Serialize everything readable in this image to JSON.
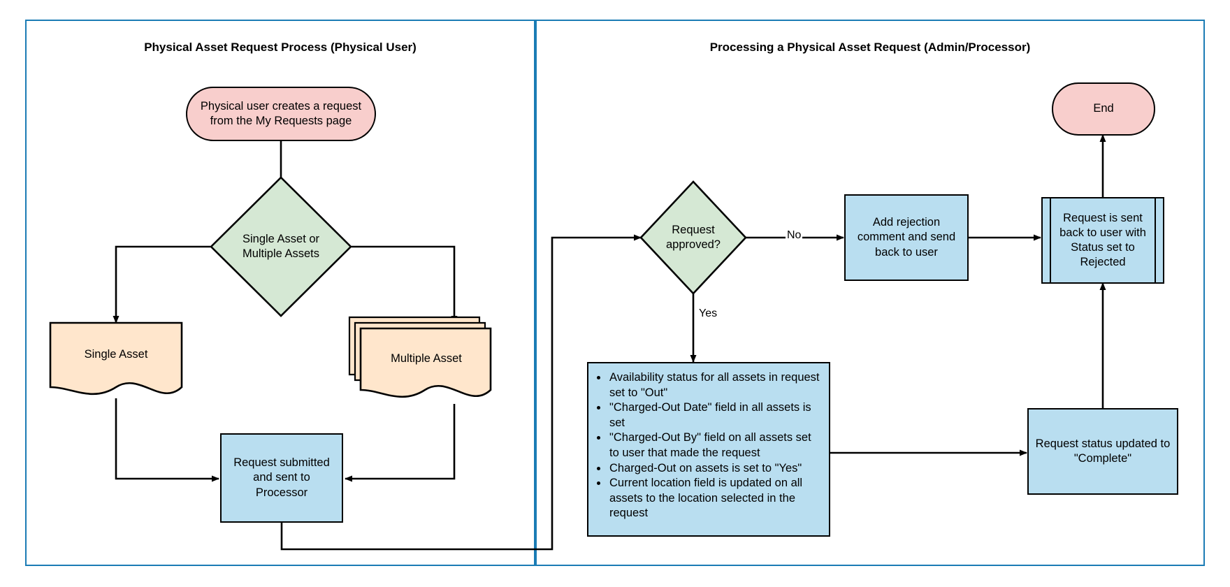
{
  "theme": {
    "panel_border": "#1b7cb5",
    "process_fill": "#b9def0",
    "terminator_fill": "#f8cecc",
    "decision_fill": "#d5e8d4",
    "document_fill": "#ffe6cc",
    "stroke": "#000000"
  },
  "panels": [
    {
      "title": "Physical Asset Request Process (Physical User)"
    },
    {
      "title": "Processing a Physical Asset Request (Admin/Processor)"
    }
  ],
  "left_flow": {
    "start": "Physical user creates a request from the My Requests page",
    "decision": "Single Asset or Multiple Assets",
    "single_asset": "Single Asset",
    "multiple_asset": "Multiple Asset",
    "submitted": "Request submitted and sent to Processor"
  },
  "right_flow": {
    "decision": "Request approved?",
    "label_no": "No",
    "label_yes": "Yes",
    "rejection": "Add rejection comment and send back to user",
    "sent_back": "Request is sent back to user with Status set to Rejected",
    "end": "End",
    "status_complete": "Request status updated to \"Complete\"",
    "approved_actions": [
      "Availability status for all assets in request set to \"Out\"",
      "\"Charged-Out Date\" field in all assets is set",
      "\"Charged-Out By\" field on all assets set to user that made the request",
      "Charged-Out on assets is set to \"Yes\"",
      "Current location field is updated on all assets to the location selected in the request"
    ]
  }
}
